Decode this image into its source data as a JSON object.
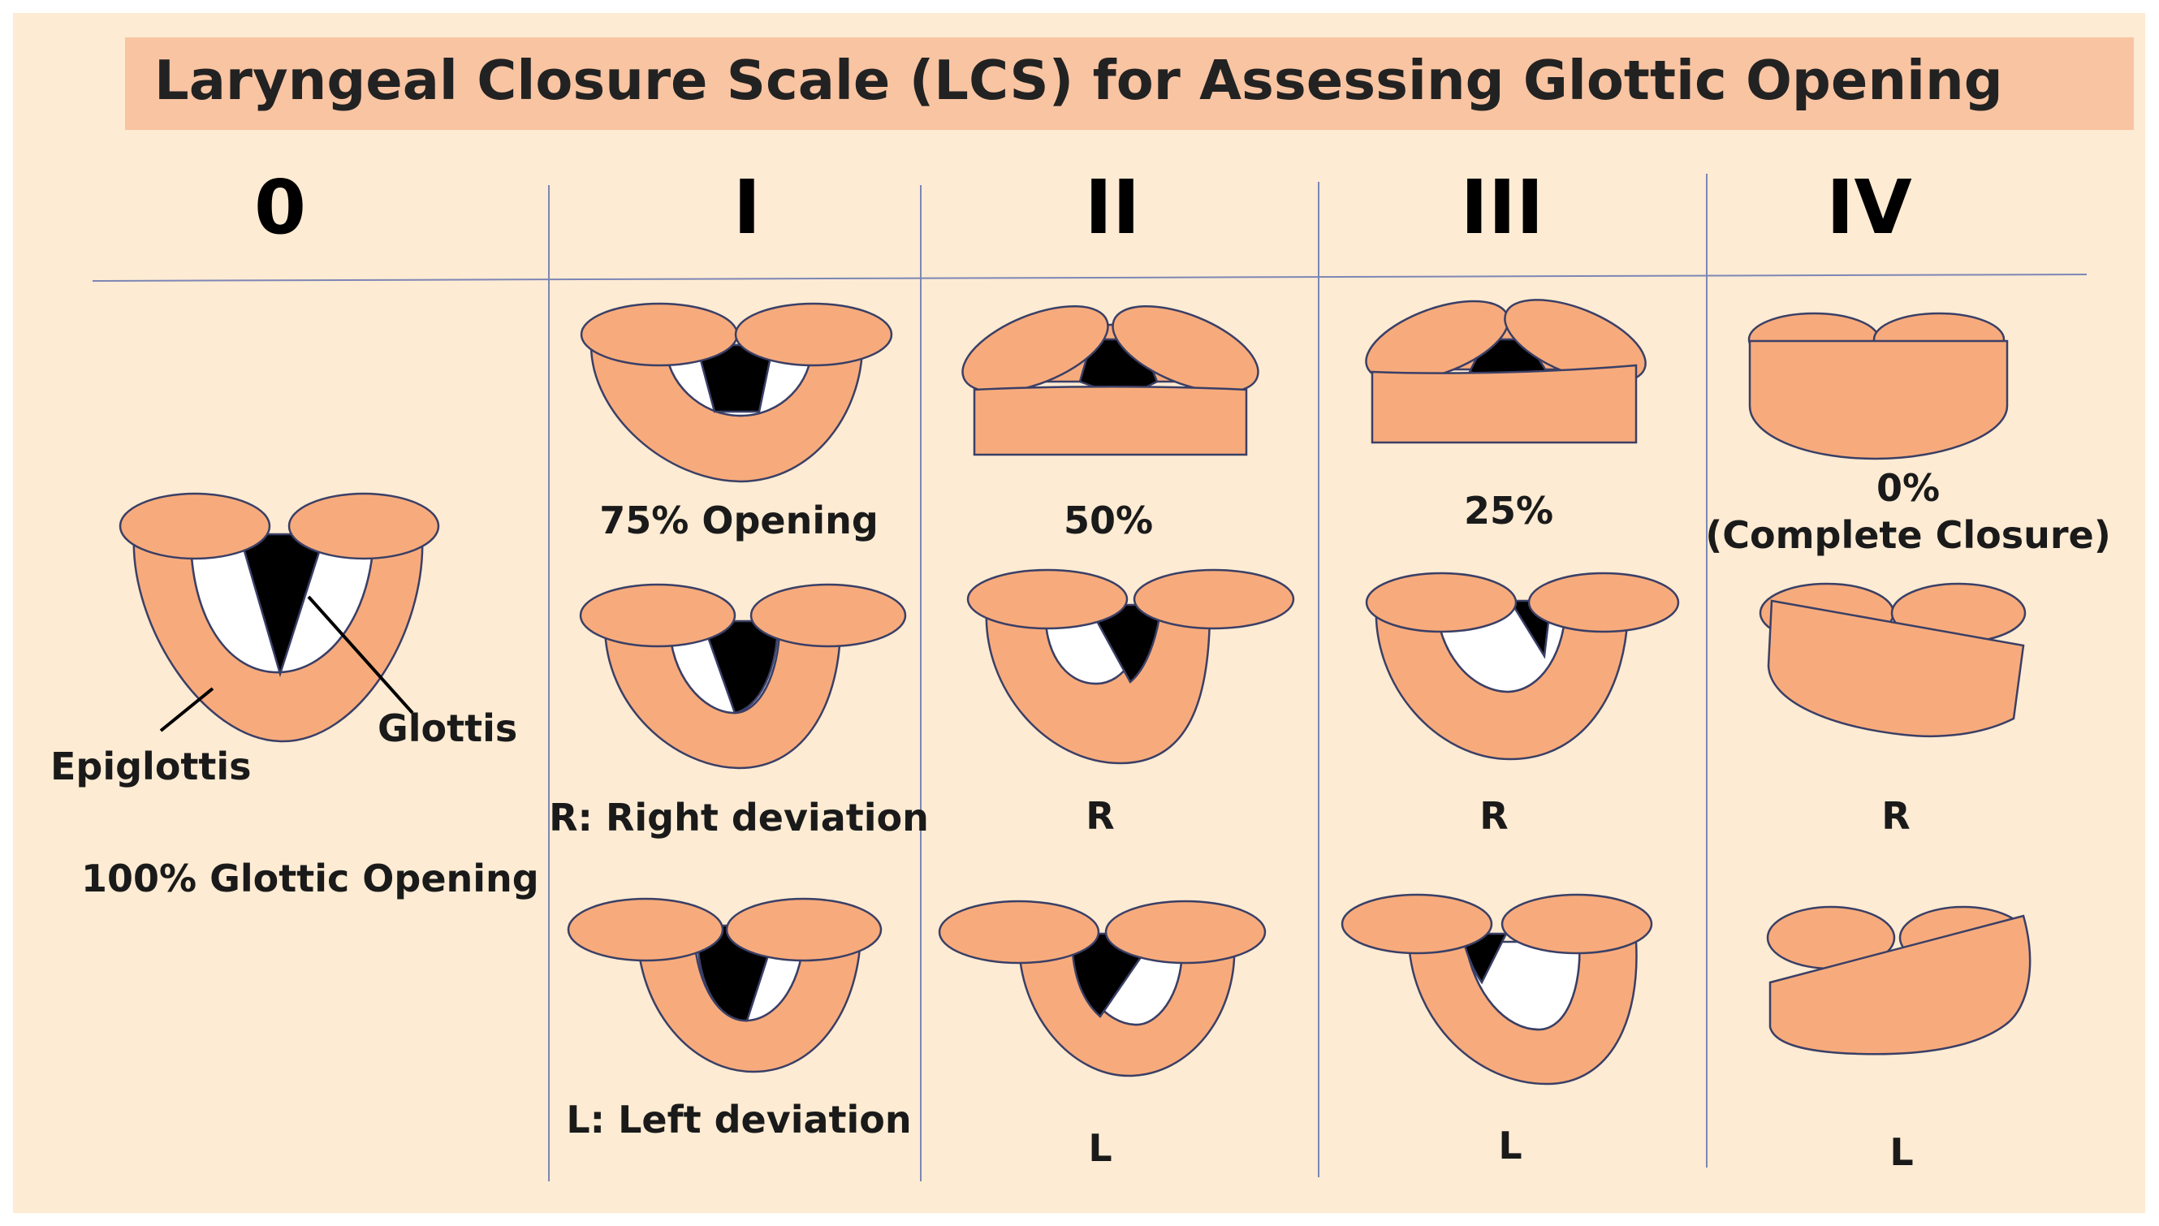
{
  "title": "Laryngeal Closure Scale (LCS) for Assessing Glottic Opening",
  "grades": [
    "0",
    "I",
    "II",
    "III",
    "IV"
  ],
  "grade0": {
    "epiglottis_label": "Epiglottis",
    "glottis_label": "Glottis",
    "caption": "100% Glottic Opening"
  },
  "gradeI": {
    "top": "75% Opening",
    "right": "R: Right deviation",
    "left": "L: Left deviation"
  },
  "gradeII": {
    "top": "50%",
    "right": "R",
    "left": "L"
  },
  "gradeIII": {
    "top": "25%",
    "right": "R",
    "left": "L"
  },
  "gradeIV": {
    "top_line1": "0%",
    "top_line2": "(Complete Closure)",
    "right": "R",
    "left": "L"
  },
  "colors": {
    "background": "#fdebd3",
    "title_band": "#f9c4a2",
    "tissue": "#f7ab7c",
    "outline": "#3a3f66",
    "glottis": "#000000",
    "divider": "#7d86b5"
  }
}
